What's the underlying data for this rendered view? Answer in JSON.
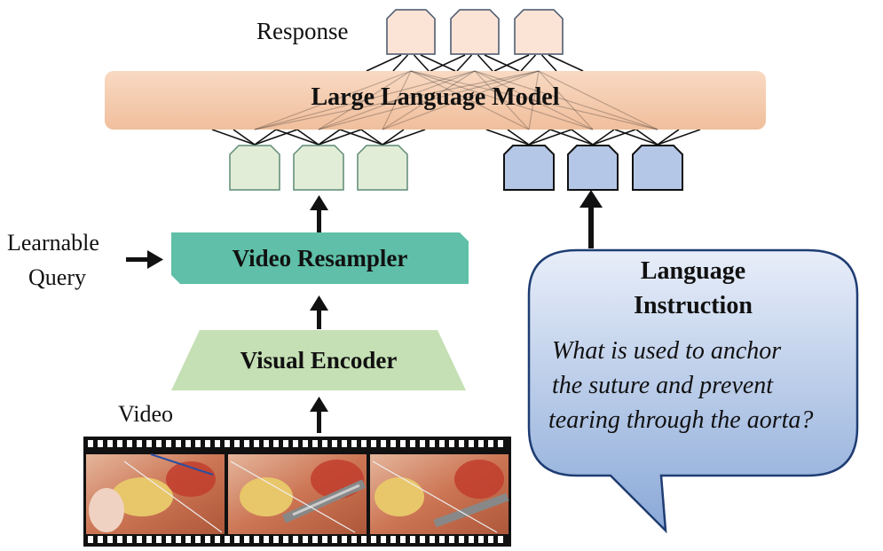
{
  "response_label": "Response",
  "llm_label": "Large Language Model",
  "learnable_query_label": [
    "Learnable",
    "Query"
  ],
  "video_resampler_label": "Video Resampler",
  "visual_encoder_label": "Visual Encoder",
  "video_label": "Video",
  "instruction": {
    "title": [
      "Language",
      "Instruction"
    ],
    "question": [
      "What is used to anchor",
      "the suture and prevent",
      "tearing through the aorta?"
    ]
  },
  "colors": {
    "response_token": "#fbe3d6",
    "llm": "#f5c9a8",
    "visual_token": "#e1edd7",
    "text_token": "#b4c7e7",
    "resampler": "#5fbfa8",
    "encoder": "#c5e0b4",
    "bubble": "#c8d6ee"
  },
  "icons": [
    "arrow-up-icon",
    "arrow-right-icon",
    "film-strip-icon"
  ]
}
